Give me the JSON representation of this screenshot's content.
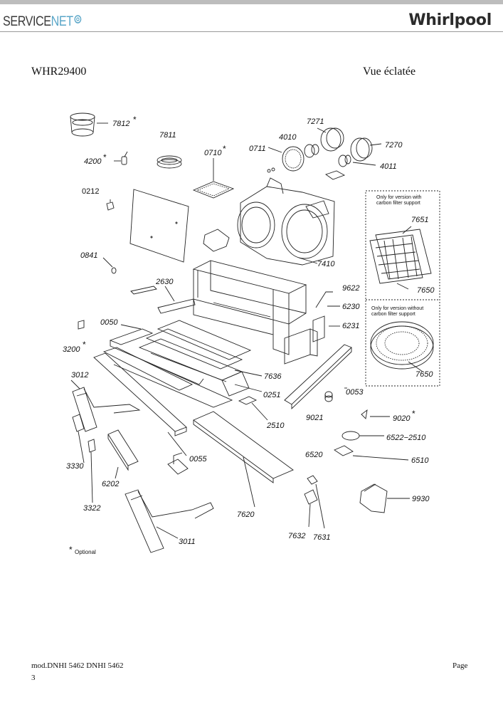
{
  "header": {
    "brand_left_a": "SERVICE",
    "brand_left_b": "NET",
    "brand_right": "Whirlpool"
  },
  "document": {
    "model": "WHR29400",
    "view_title": "Vue éclatée"
  },
  "diagram": {
    "parts": [
      {
        "id": "p7812",
        "label": "7812",
        "style": "italic"
      },
      {
        "id": "p7811",
        "label": "7811",
        "style": "italic"
      },
      {
        "id": "p0710",
        "label": "0710",
        "style": "italic"
      },
      {
        "id": "p0711",
        "label": "0711",
        "style": "italic"
      },
      {
        "id": "p4010",
        "label": "4010",
        "style": "italic"
      },
      {
        "id": "p7271",
        "label": "7271",
        "style": "italic"
      },
      {
        "id": "p7270",
        "label": "7270",
        "style": "italic"
      },
      {
        "id": "p4011",
        "label": "4011",
        "style": "italic"
      },
      {
        "id": "p4200",
        "label": "4200",
        "style": "italic"
      },
      {
        "id": "p0212",
        "label": "0212",
        "style": "normal"
      },
      {
        "id": "p7651",
        "label": "7651",
        "style": "italic"
      },
      {
        "id": "p7650a",
        "label": "7650",
        "style": "italic"
      },
      {
        "id": "p7650b",
        "label": "7650",
        "style": "italic"
      },
      {
        "id": "p0841",
        "label": "0841",
        "style": "italic"
      },
      {
        "id": "p7410",
        "label": "7410",
        "style": "italic"
      },
      {
        "id": "p2630",
        "label": "2630",
        "style": "italic"
      },
      {
        "id": "p9622",
        "label": "9622",
        "style": "italic"
      },
      {
        "id": "p6230",
        "label": "6230",
        "style": "italic"
      },
      {
        "id": "p6231",
        "label": "6231",
        "style": "italic"
      },
      {
        "id": "p0050",
        "label": "0050",
        "style": "italic"
      },
      {
        "id": "p3200",
        "label": "3200",
        "style": "italic"
      },
      {
        "id": "p3012",
        "label": "3012",
        "style": "italic"
      },
      {
        "id": "p7636",
        "label": "7636",
        "style": "italic"
      },
      {
        "id": "p0251",
        "label": "0251",
        "style": "italic"
      },
      {
        "id": "p0053",
        "label": "0053",
        "style": "italic"
      },
      {
        "id": "p9021",
        "label": "9021",
        "style": "italic"
      },
      {
        "id": "p9020",
        "label": "9020",
        "style": "italic"
      },
      {
        "id": "p2510",
        "label": "2510",
        "style": "italic"
      },
      {
        "id": "p65222510",
        "label": "6522−2510",
        "style": "italic"
      },
      {
        "id": "p6520",
        "label": "6520",
        "style": "italic"
      },
      {
        "id": "p6510",
        "label": "6510",
        "style": "italic"
      },
      {
        "id": "p3330",
        "label": "3330",
        "style": "italic"
      },
      {
        "id": "p0055",
        "label": "0055",
        "style": "italic"
      },
      {
        "id": "p6202",
        "label": "6202",
        "style": "italic"
      },
      {
        "id": "p9930",
        "label": "9930",
        "style": "italic"
      },
      {
        "id": "p3322",
        "label": "3322",
        "style": "italic"
      },
      {
        "id": "p7620",
        "label": "7620",
        "style": "italic"
      },
      {
        "id": "p7632",
        "label": "7632",
        "style": "italic"
      },
      {
        "id": "p7631",
        "label": "7631",
        "style": "italic"
      },
      {
        "id": "p3011",
        "label": "3011",
        "style": "italic"
      }
    ],
    "box_with_filter_1": "Only for version with",
    "box_with_filter_2": "carbon filter support",
    "box_without_filter_1": "Only for version without",
    "box_without_filter_2": "carbon filter support",
    "optional_mark": "*",
    "optional_label": "Optional"
  },
  "footer": {
    "mod_line": "mod.DNHI 5462 DNHI 5462",
    "page_label": "Page",
    "page_number": "3"
  }
}
